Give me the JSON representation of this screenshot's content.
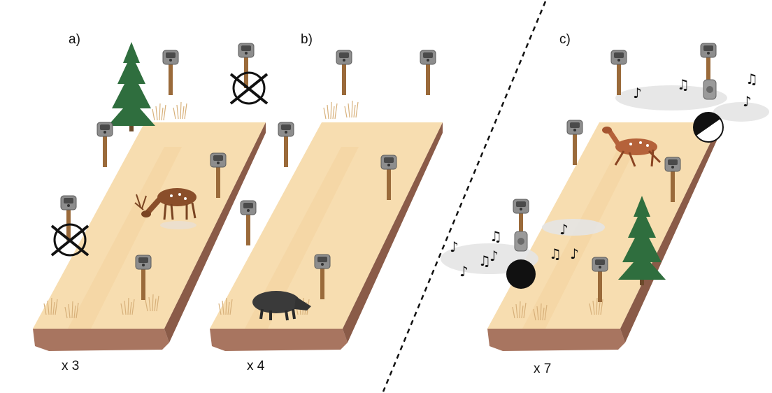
{
  "panels": [
    {
      "id": "a",
      "label": "a)",
      "multiplier": "x 3"
    },
    {
      "id": "b",
      "label": "b)",
      "multiplier": "x 4"
    },
    {
      "id": "c",
      "label": "c)",
      "multiplier": "x 7"
    }
  ],
  "icons": {
    "camera": "camera-trap-icon",
    "disabled": "crossed-out-camera-icon",
    "speaker": "speaker-icon",
    "note": "music-note-icon",
    "deer": "fallow-deer-icon",
    "boar": "wild-boar-icon",
    "tree": "spruce-tree-icon"
  },
  "colors": {
    "field": "#f7ddb0",
    "field_stripe": "#f3d3a0",
    "soil": "#a87560",
    "soil_dark": "#8a5b48",
    "pole": "#9a6a3a",
    "tree": "#2f6e3e",
    "fog": "#e4e4e4"
  },
  "music_notes": [
    "♪",
    "♫",
    "♪",
    "♫",
    "♪",
    "♫",
    "♪",
    "♫",
    "♪",
    "♪",
    "♫",
    "♪"
  ]
}
